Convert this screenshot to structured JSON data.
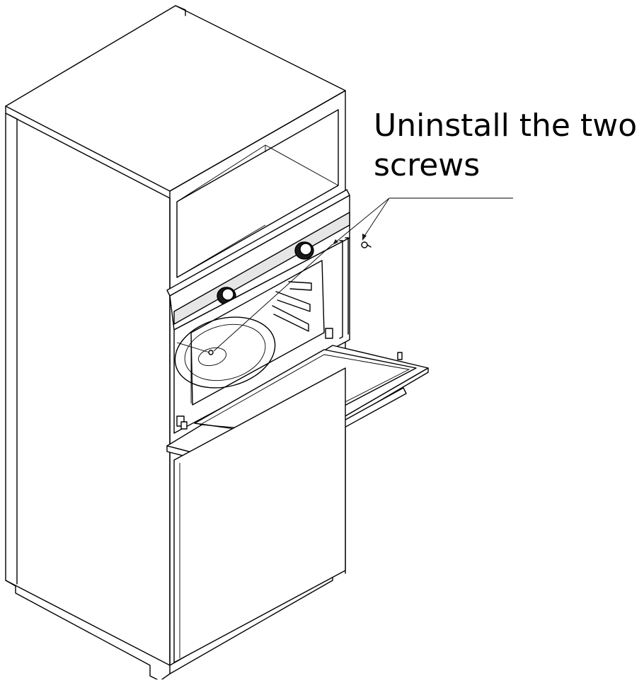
{
  "diagram": {
    "callout": {
      "line1": "Uninstall the two",
      "line2": "screws"
    },
    "parts": [
      "tall-cabinet",
      "oven-niche",
      "built-in-oven",
      "control-panel",
      "control-knob",
      "oven-door",
      "door-handle",
      "cavity-rack-rails",
      "turntable",
      "door-hinge",
      "mounting-screw"
    ]
  }
}
